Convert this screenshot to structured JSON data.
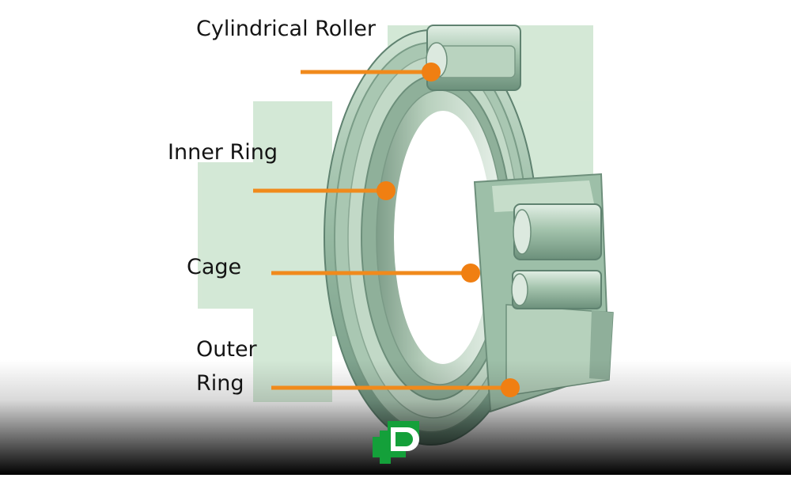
{
  "labels": {
    "cylindrical_roller": "Cylindrical Roller",
    "inner_ring": "Inner Ring",
    "cage": "Cage",
    "outer_ring_line1": "Outer",
    "outer_ring_line2": "Ring"
  },
  "colors": {
    "background": "#ffffff",
    "bearing_metal": "#9fbfab",
    "bearing_metal_dark": "#6f9480",
    "bearing_metal_light": "#d3e6d8",
    "watermark": "#cfe6d2",
    "leader_line": "#f08a1c",
    "leader_dot": "#f07f12",
    "logo": "#14a03a",
    "bottom_shadow": "#000000"
  },
  "icons": {
    "watermark": "pd-watermark-icon",
    "logo": "pd-logo-icon"
  }
}
